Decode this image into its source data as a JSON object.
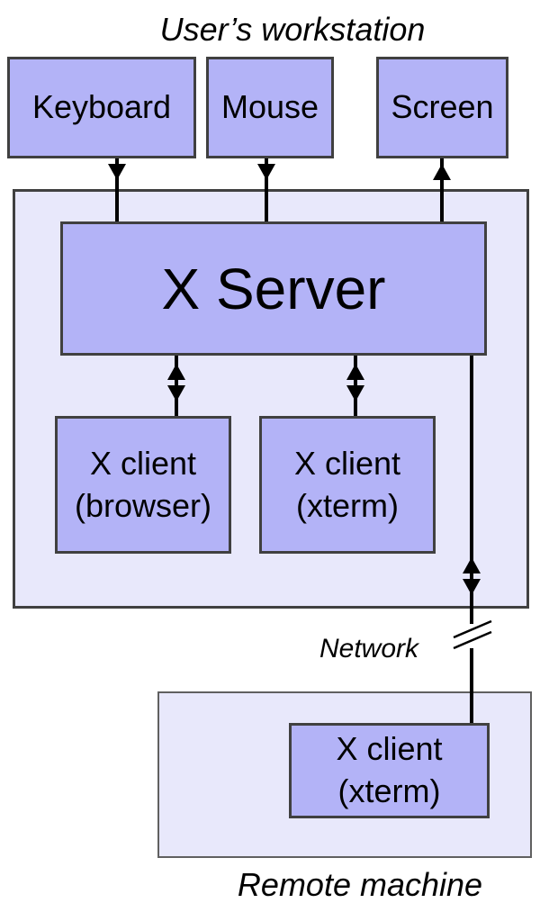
{
  "diagram": {
    "workstation_title": "User’s workstation",
    "remote_title": "Remote machine",
    "network_label": "Network",
    "devices": {
      "keyboard": "Keyboard",
      "mouse": "Mouse",
      "screen": "Screen"
    },
    "x_server": "X Server",
    "clients": {
      "browser": {
        "line1": "X client",
        "line2": "(browser)"
      },
      "xterm_local": {
        "line1": "X client",
        "line2": "(xterm)"
      },
      "xterm_remote": {
        "line1": "X client",
        "line2": "(xterm)"
      }
    },
    "colors": {
      "box_fill": "#b3b3f7",
      "panel_fill": "#e8e8fb",
      "border": "#404040",
      "wire": "#000000"
    }
  }
}
